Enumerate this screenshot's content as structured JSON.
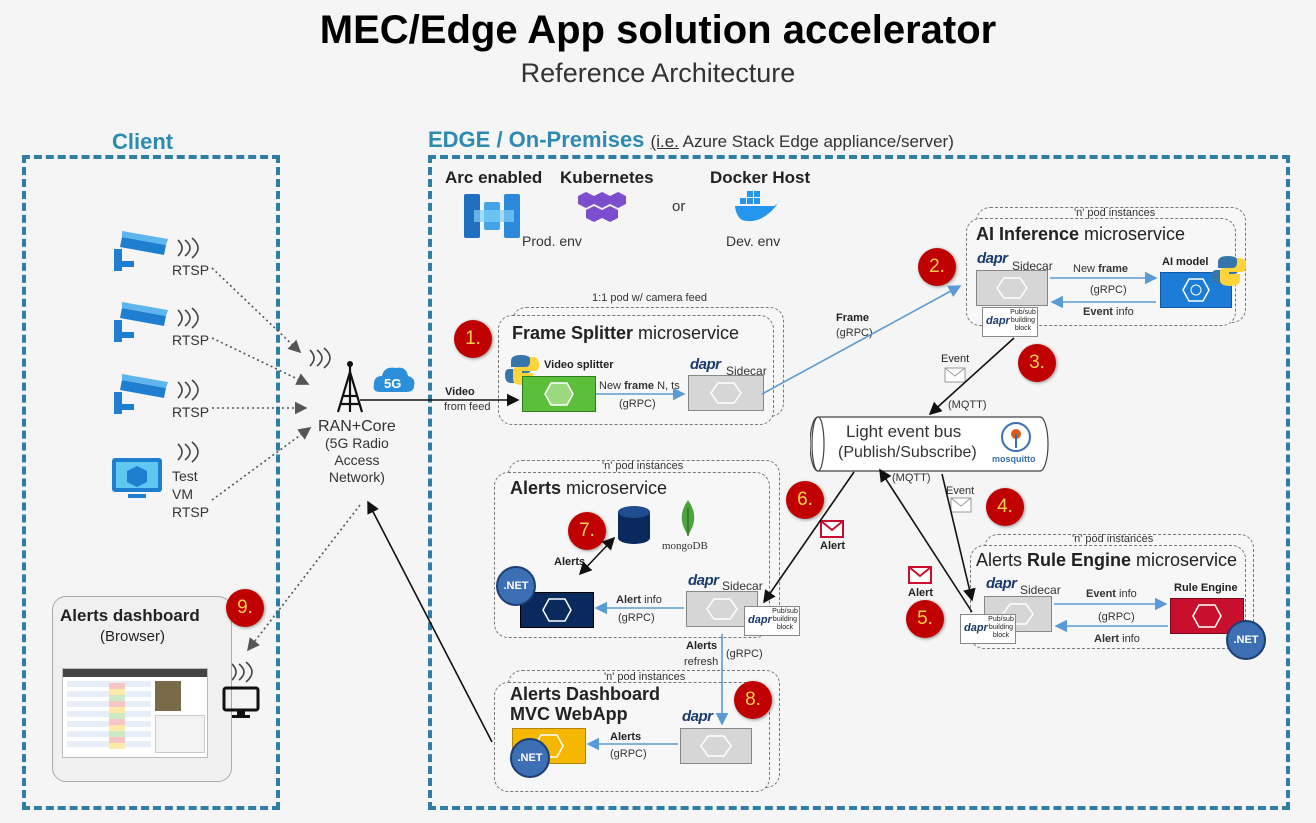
{
  "header": {
    "title": "MEC/Edge App solution accelerator",
    "subtitle": "Reference Architecture"
  },
  "client": {
    "title": "Client",
    "cameras": [
      {
        "label": "RTSP"
      },
      {
        "label": "RTSP"
      },
      {
        "label": "RTSP"
      }
    ],
    "test_vm": {
      "line1": "Test",
      "line2": "VM",
      "line3": "RTSP"
    },
    "ran": {
      "line1": "RAN+Core",
      "line2": "(5G Radio",
      "line3": "Access",
      "line4": "Network)",
      "badge": "5G"
    },
    "dashboard": {
      "title": "Alerts dashboard",
      "subtitle": "(Browser)",
      "number": "9."
    }
  },
  "edge": {
    "title": "EDGE / On-Premises",
    "subtitle_prefix": "(i.e.",
    "subtitle_rest": " Azure Stack Edge appliance/server)",
    "hosts": {
      "arc": "Arc enabled",
      "kubernetes": "Kubernetes",
      "or": "or",
      "docker": "Docker Host",
      "prod": "Prod. env",
      "dev": "Dev. env"
    },
    "frame_splitter": {
      "pod_label": "1:1 pod w/ camera feed",
      "title_bold": "Frame Splitter",
      "title_rest": " microservice",
      "number": "1.",
      "video_splitter": "Video splitter",
      "sidecar": "Sidecar",
      "new_frame_pre": "New ",
      "new_frame_bold": "frame",
      "new_frame_post": " N, ts",
      "grpc": "(gRPC)",
      "video_line1": "Video",
      "video_line2": "from feed"
    },
    "ai_inference": {
      "pod_label": "'n' pod instances",
      "title_bold": "AI Inference",
      "title_rest": " microservice",
      "number": "2.",
      "sidecar": "Sidecar",
      "new_frame_pre": "New ",
      "new_frame_bold": "frame",
      "grpc": "(gRPC)",
      "event_info_bold": "Event",
      "event_info_rest": " info",
      "ai_model": "AI model",
      "frame_label": "Frame",
      "frame_grpc": "(gRPC)",
      "pubsub": "Pub/sub building block"
    },
    "event_bus": {
      "title": "Light event bus",
      "subtitle": "(Publish/Subscribe)",
      "mosquitto": "mosquitto",
      "number3": "3.",
      "event": "Event",
      "mqtt": "(MQTT)",
      "mqtt2": "(MQTT)",
      "number4": "4.",
      "event2": "Event"
    },
    "alerts": {
      "pod_label": "'n' pod instances",
      "title_bold": "Alerts",
      "title_rest": " microservice",
      "number6": "6.",
      "number7": "7.",
      "alert": "Alert",
      "alerts": "Alerts",
      "mongodb": "mongoDB",
      "sidecar": "Sidecar",
      "alert_info_bold": "Alert",
      "alert_info_rest": " info",
      "grpc": "(gRPC)",
      "net": ".NET",
      "pubsub": "Pub/sub building block",
      "alerts_refresh_1": "Alerts",
      "alerts_refresh_2": "refresh",
      "refresh_grpc": "(gRPC)"
    },
    "rule_engine": {
      "pod_label": "'n' pod instances",
      "title_pre": "Alerts ",
      "title_bold": "Rule Engine",
      "title_rest": " microservice",
      "number": "5.",
      "alert": "Alert",
      "sidecar": "Sidecar",
      "event_info_bold": "Event",
      "event_info_rest": " info",
      "grpc": "(gRPC)",
      "alert_info_bold": "Alert",
      "alert_info_rest": " info",
      "rule_engine": "Rule Engine",
      "net": ".NET",
      "pubsub": "Pub/sub building block"
    },
    "dashboard_app": {
      "pod_label": "'n' pod instances",
      "title_line1": "Alerts Dashboard",
      "title_line2": "MVC WebApp",
      "number": "8.",
      "alerts": "Alerts",
      "grpc": "(gRPC)",
      "net": ".NET"
    }
  },
  "dapr_label": "dapr",
  "colors": {
    "edge_blue": "#2e7ea8",
    "number_red": "#c00000",
    "number_text": "#ffd24d",
    "arrow_blue": "#5b9bd5",
    "rule_red": "#c8102e",
    "alerts_navy": "#0a2a5e",
    "mvc_yellow": "#f5b700",
    "splitter_green": "#5cbf3a"
  }
}
